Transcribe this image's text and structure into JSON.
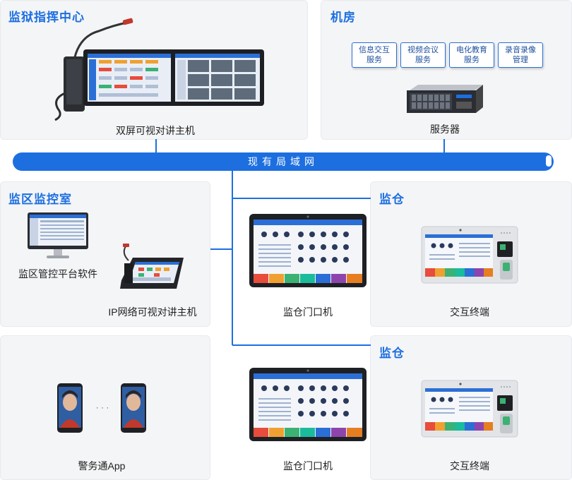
{
  "panels": {
    "command_center": {
      "title": "监狱指挥中心",
      "device_label": "双屏可视对讲主机"
    },
    "machine_room": {
      "title": "机房",
      "services": [
        {
          "line1": "信息交互",
          "line2": "服务"
        },
        {
          "line1": "视频会议",
          "line2": "服务"
        },
        {
          "line1": "电化教育",
          "line2": "服务"
        },
        {
          "line1": "录音录像",
          "line2": "管理"
        }
      ],
      "device_label": "服务器"
    },
    "monitor_room": {
      "title": "监区监控室",
      "software_label": "监区管控平台软件",
      "host_label": "IP网络可视对讲主机"
    },
    "app_area": {
      "label": "警务通App",
      "ellipsis": "· · ·"
    },
    "cell1": {
      "title": "监仓",
      "door_label": "监仓门口机",
      "terminal_label": "交互终端"
    },
    "cell2": {
      "title": "监仓",
      "door_label": "监仓门口机",
      "terminal_label": "交互终端"
    }
  },
  "network": {
    "label": "现有局域网"
  },
  "colors": {
    "accent": "#1d6fe0",
    "panel_bg": "#f4f5f7"
  }
}
